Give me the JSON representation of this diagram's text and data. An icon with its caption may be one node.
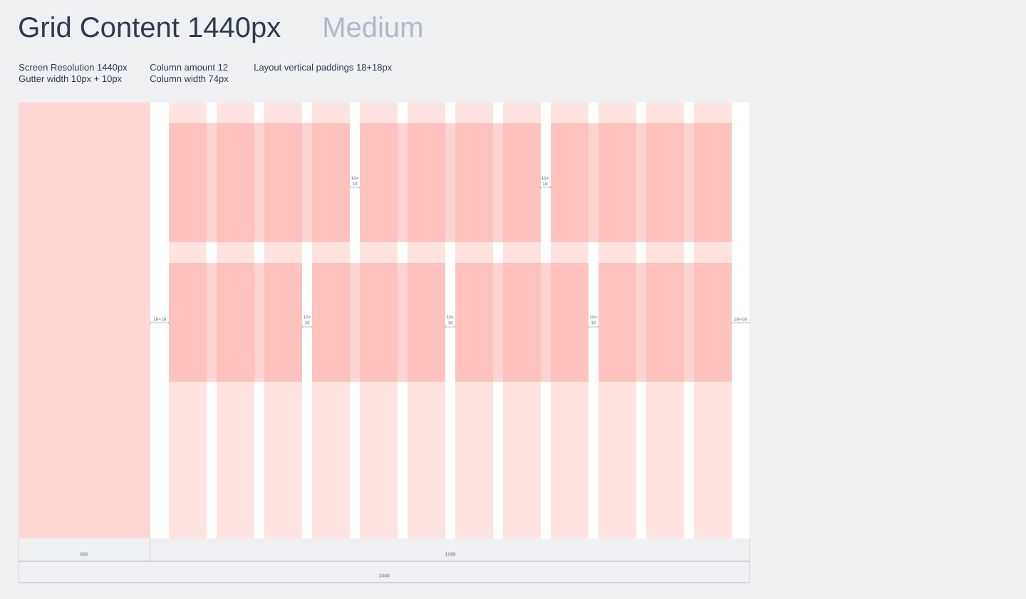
{
  "diagram": {
    "title": "Grid Content 1440px",
    "labels": [
      "Medium",
      "Screen Resolution 1440px",
      "Gutter width 10px + 10px",
      "Column amount 12",
      "Column width 74px",
      "Layout vertical paddings 18+18px",
      "10+ 10",
      "10+ 10",
      "18+18",
      "10+ 10",
      "10+ 10",
      "10+ 10",
      "18+18",
      "260",
      "1180",
      "1440"
    ]
  }
}
